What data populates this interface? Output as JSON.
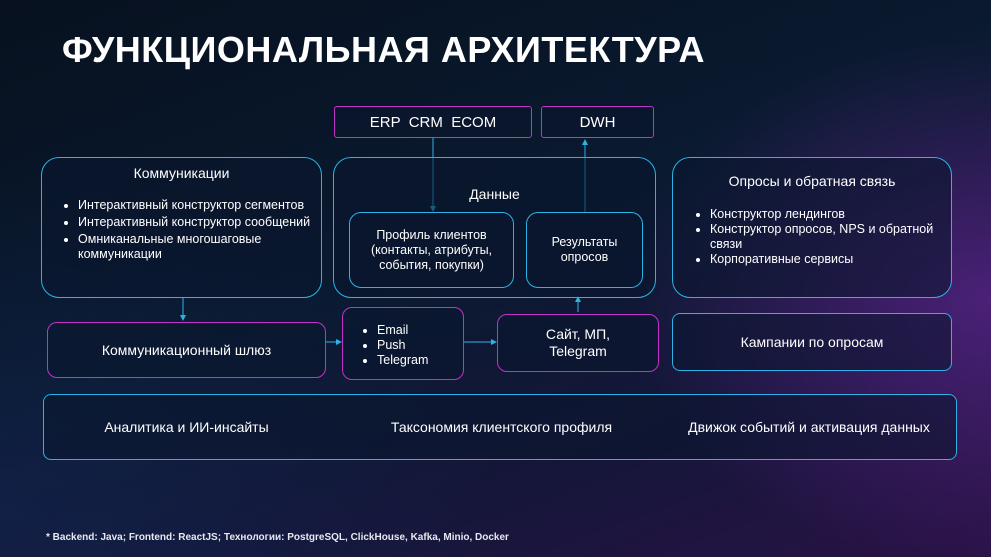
{
  "title": "ФУНКЦИОНАЛЬНАЯ АРХИТЕКТУРА",
  "erp_crm_ecom": "ERP  CRM  ECOM",
  "dwh": "DWH",
  "communications": {
    "title": "Коммуникации",
    "items": [
      "Интерактивный конструктор сегментов",
      "Интерактивный конструктор сообщений",
      "Омниканальные многошаговые коммуникации"
    ]
  },
  "data_block": {
    "title": "Данные",
    "profile": "Профиль клиентов (контакты, атрибуты, события, покупки)",
    "results": "Результаты опросов"
  },
  "surveys": {
    "title": "Опросы и обратная связь",
    "items": [
      "Конструктор лендингов",
      "Конструктор опросов, NPS и обратной связи",
      "Корпоративные сервисы"
    ]
  },
  "gateway": "Коммуникационный шлюз",
  "channels": [
    "Email",
    "Push",
    "Telegram"
  ],
  "site": "Сайт, МП, Telegram",
  "survey_campaigns": "Кампании по опросам",
  "bottom": [
    "Аналитика и ИИ-инсайты",
    "Таксономия клиентского профиля",
    "Движок событий и активация данных"
  ],
  "footer": "* Backend: Java; Frontend: ReactJS; Технологии: PostgreSQL, ClickHouse, Kafka, Minio, Docker"
}
